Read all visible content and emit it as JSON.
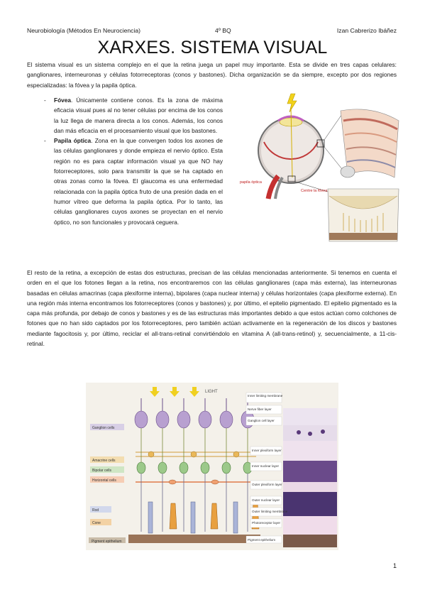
{
  "header": {
    "left": "Neurobiología (Métodos En Neurociencia)",
    "center": "4º BQ",
    "right": "Izan Cabrerizo Ibáñez"
  },
  "title": "XARXES. SISTEMA VISUAL",
  "intro": "El sistema visual es un sistema complejo en el que la retina juega un papel muy importante. Esta se divide en tres capas celulares: ganglionares, interneuronas y células fotorreceptoras (conos y bastones). Dicha organización se da siempre, excepto por dos regiones especializadas: la fóvea y la papila óptica.",
  "bullets": [
    {
      "term": "Fóvea",
      "text": ". Únicamente contiene conos. Es la zona de máxima eficacia visual pues al no tener células por encima de los conos la luz llega de manera directa a los conos. Además, los conos dan más eficacia en el procesamiento visual que los bastones."
    },
    {
      "term": "Papila óptica",
      "text": ". Zona en la que convergen todos los axones de las células ganglionares y donde empieza el nervio óptico. Esta región no es para captar información visual ya que NO hay fotorreceptores, solo para transmitir la que se ha captado en otras zonas como la fóvea. El glaucoma es una enfermedad relacionada con la papila óptica fruto de una presión dada en el humor vítreo que deforma la papila óptica. Por lo tanto, las células ganglionares cuyos axones se proyectan en el nervio óptico, no son funcionales y provocará ceguera."
    }
  ],
  "rest": "El resto de la retina, a excepción de estas dos estructuras, precisan de las células mencionadas anteriormente. Si tenemos en cuenta el orden en el que los fotones llegan a la retina, nos encontraremos con las células ganglionares (capa más externa), las interneuronas basadas en células amacrinas (capa plexiforme interna), bipolares (capa nuclear interna) y células horizontales (capa plexiforme externa). En una región más interna encontramos los fotorreceptores (conos y bastones) y, por último, el epitelio pigmentado. El epitelio pigmentado es la capa más profunda, por debajo de conos y bastones y es de las estructuras más importantes debido a que estos actúan como colchones de fotones que no han sido captados por los fotorreceptores, pero también actúan activamente en la regeneración de los discos y bastones mediante fagocitosis y, por último, reciclar el all-trans-retinal convirtiéndolo en vitamina A (all-trans-retinol) y, secuencialmente, a 11-cis-retinal.",
  "figure1": {
    "label_papila": "papila óptica",
    "label_fovea": "Centre la fóvea"
  },
  "figure2": {
    "light": "LIGHT",
    "left_labels": [
      "Ganglion cells",
      "Amacrine cells",
      "Bipolar cells",
      "Horizontal cells",
      "Rod",
      "Cone",
      "Pigment epithelium"
    ],
    "right_labels": [
      "Inner limiting membrane",
      "Nerve fiber layer",
      "Ganglion cell layer",
      "Inner plexiform layer",
      "Inner nuclear layer",
      "Outer plexiform layer",
      "Outer nuclear layer",
      "Outer limiting membrane",
      "Photoreceptor layer",
      "Pigment epithelium"
    ]
  },
  "page_number": "1"
}
